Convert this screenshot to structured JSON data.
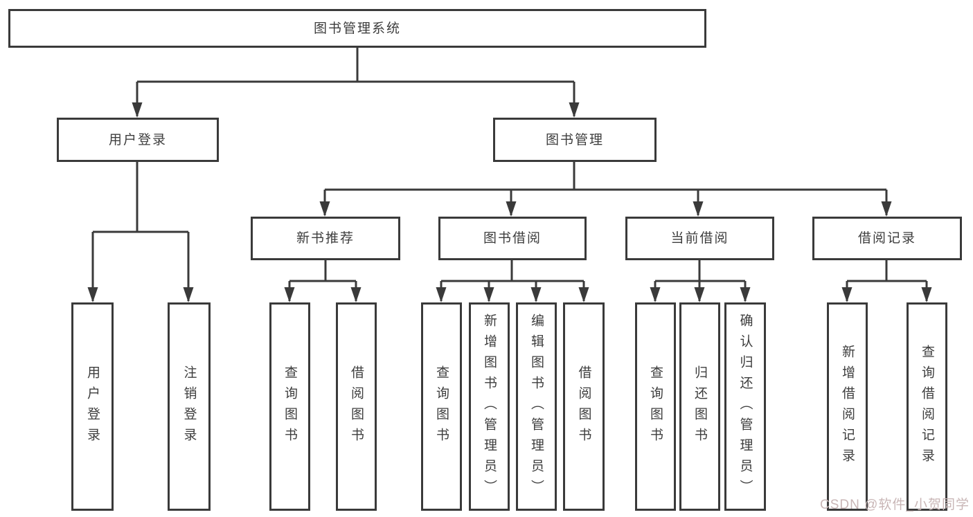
{
  "diagram_type": "hierarchy-tree",
  "root": {
    "label": "图书管理系统"
  },
  "branches": [
    {
      "label": "用户登录",
      "children": [
        "用户登录",
        "注销登录"
      ]
    },
    {
      "label": "图书管理",
      "groups": [
        {
          "label": "新书推荐",
          "children": [
            "查询图书",
            "借阅图书"
          ]
        },
        {
          "label": "图书借阅",
          "children": [
            "查询图书",
            "新增图书（管理员）",
            "编辑图书（管理员）",
            "借阅图书"
          ]
        },
        {
          "label": "当前借阅",
          "children": [
            "查询图书",
            "归还图书",
            "确认归还（管理员）"
          ]
        },
        {
          "label": "借阅记录",
          "children": [
            "新增借阅记录",
            "查询借阅记录"
          ]
        }
      ]
    }
  ],
  "watermark": {
    "text": "CSDN @软件_小贺同学",
    "color": "#c9b6b6"
  },
  "colors": {
    "line": "#3a3a3a",
    "text": "#3d3d3d",
    "background": "#ffffff"
  }
}
